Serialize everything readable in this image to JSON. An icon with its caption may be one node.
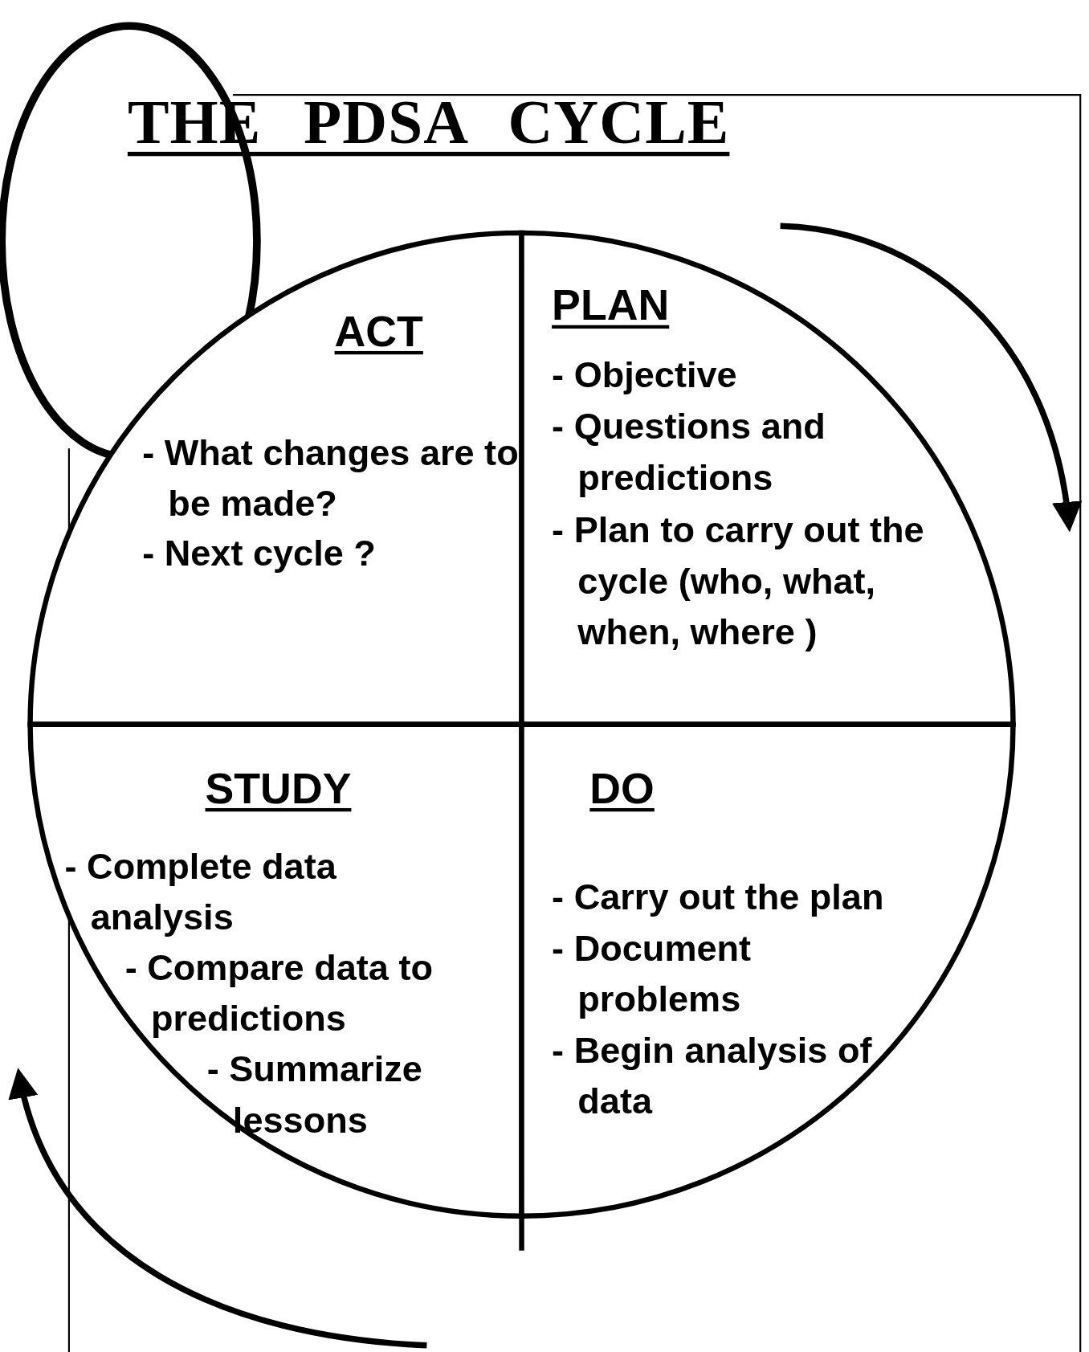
{
  "diagram": {
    "title": "THE PDSA CYCLE",
    "nodes": [
      {
        "text": [
          "ACT",
          "- What changes are to be made?",
          "- Next cycle ?"
        ]
      },
      {
        "text": [
          "PLAN",
          "- Objective",
          "- Questions and predictions",
          "- Plan to carry out the cycle (who, what, when, where )"
        ]
      },
      {
        "text": [
          "STUDY",
          "- Complete data analysis",
          "- Compare data to predictions",
          "- Summarize lessons"
        ]
      },
      {
        "text": [
          "DO",
          "- Carry out the plan",
          "- Document problems",
          "- Begin analysis of data"
        ]
      }
    ]
  }
}
